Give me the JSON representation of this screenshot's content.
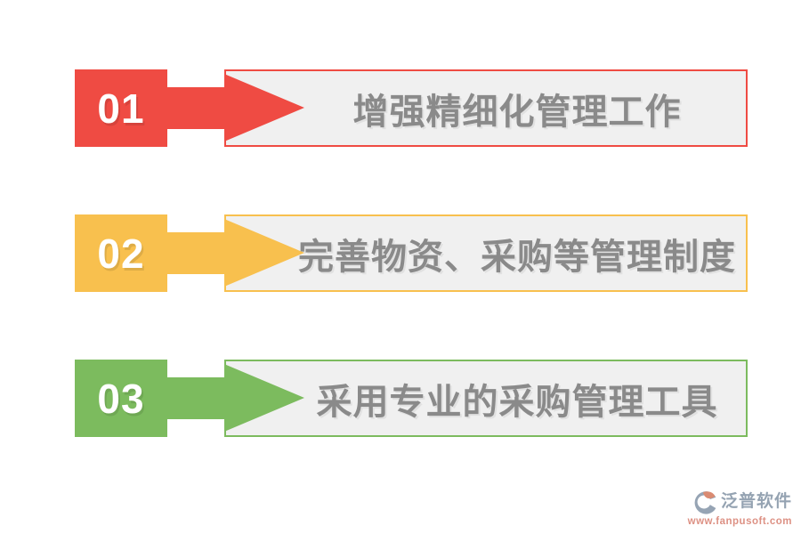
{
  "steps": [
    {
      "number": "01",
      "label": "增强精细化管理工作",
      "accent_color": "#ef4b43"
    },
    {
      "number": "02",
      "label": "完善物资、采购等管理制度",
      "accent_color": "#f8c04e"
    },
    {
      "number": "03",
      "label": "采用专业的采购管理工具",
      "accent_color": "#7cbb5e"
    }
  ],
  "colors": {
    "background": "#ffffff",
    "bar_background": "#f0f0f0",
    "label_text": "#8a8a8a",
    "number_text": "#ffffff",
    "watermark_brand": "#95a3b2",
    "watermark_url": "#dd9184"
  },
  "watermark": {
    "logo_icon": "fanpu-logo",
    "brand": "泛普软件",
    "url": "www.fanpusoft.com"
  }
}
